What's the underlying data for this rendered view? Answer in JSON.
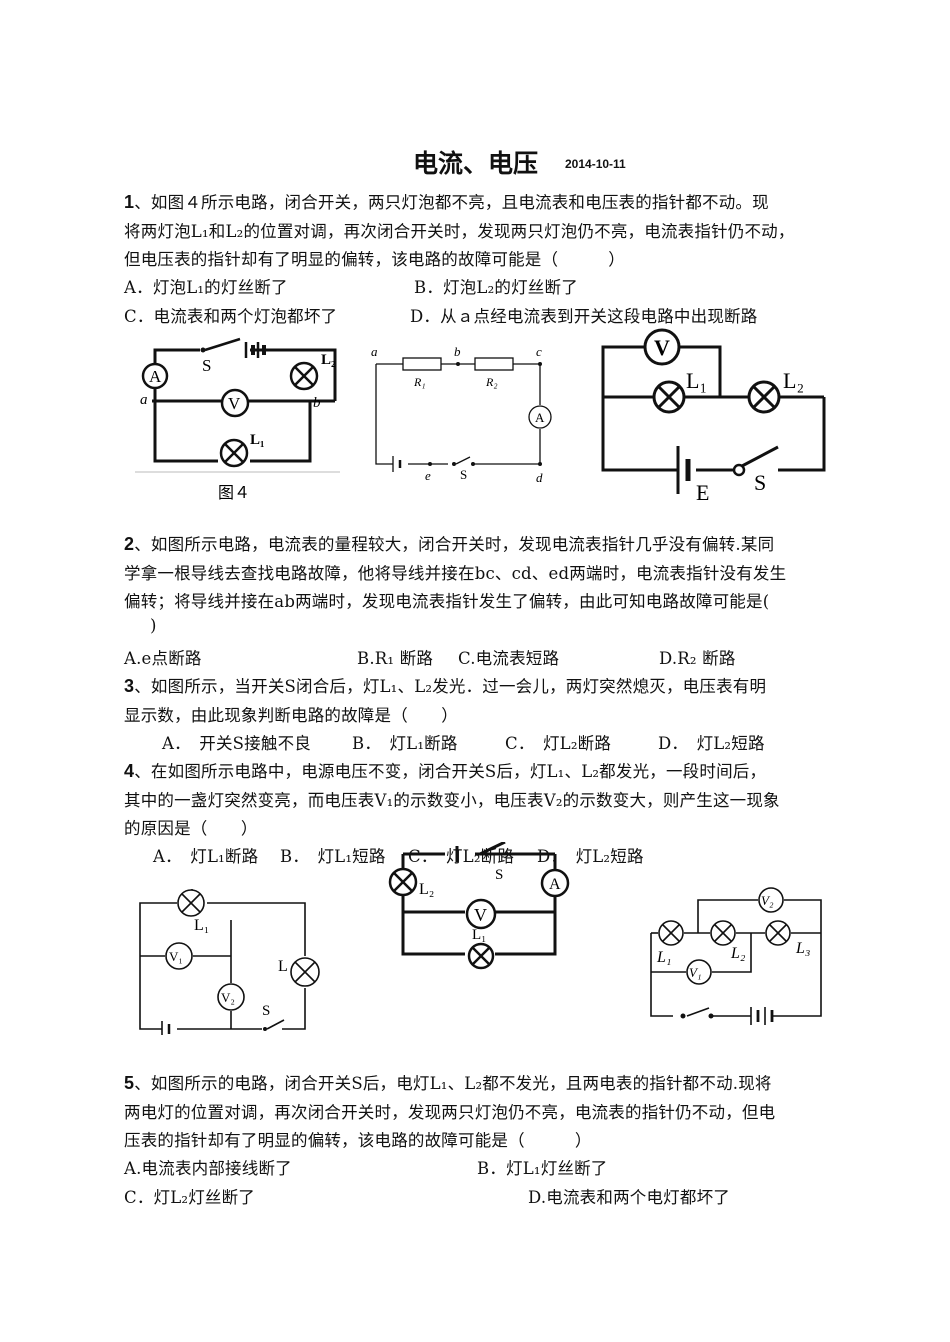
{
  "header": {
    "title": "电流、电压",
    "date": "2014-10-11"
  },
  "q1": {
    "num": "1",
    "l1": "、如图４所示电路，闭合开关，两只灯泡都不亮，且电流表和电压表的指针都不动。现",
    "l2": "将两灯泡L₁和L₂的位置对调，再次闭合开关时，发现两只灯泡仍不亮，电流表指针仍不动，",
    "l3": "但电压表的指针却有了明显的偏转，该电路的故障可能是（　　　）",
    "optA": "A．灯泡L₁的灯丝断了",
    "optB": "B．灯泡L₂的灯丝断了",
    "optC": "C．电流表和两个灯泡都坏了",
    "optD": "D．从ａ点经电流表到开关这段电路中出现断路"
  },
  "fig1": {
    "caption": "图４",
    "S": "S",
    "L2": "L₂",
    "L1": "L₁",
    "A": "A",
    "V": "V",
    "a": "a",
    "b": "b"
  },
  "fig2": {
    "a": "a",
    "b": "b",
    "c": "c",
    "d": "d",
    "e": "e",
    "S": "S",
    "R1": "R₁",
    "R2": "R₂",
    "A": "A"
  },
  "fig3": {
    "V": "V",
    "L1": "L₁",
    "L2": "L₂",
    "E": "E",
    "S": "S"
  },
  "q2": {
    "num": "2",
    "l1": "、如图所示电路，电流表的量程较大，闭合开关时，发现电流表指针几乎没有偏转.某同",
    "l2": "学拿一根导线去查找电路故障，他将导线并接在bc、cd、ed两端时，电流表指针没有发生",
    "l3": "偏转；将导线并接在ab两端时，发现电流表指针发生了偏转，由此可知电路故障可能是(",
    "l4": ")",
    "optA": "A.e点断路",
    "optB": "B.R₁ 断路",
    "optC": "C.电流表短路",
    "optD": "D.R₂ 断路"
  },
  "q3": {
    "num": "3",
    "l1": "、如图所示，当开关S闭合后，灯L₁、L₂发光．过一会儿，两灯突然熄灭，电压表有明",
    "l2": "显示数，由此现象判断电路的故障是（　　）",
    "optA": "A．　开关S接触不良",
    "optB": "B．　灯L₁断路",
    "optC": "C．　灯L₂断路",
    "optD": "D．　灯L₂短路"
  },
  "q4": {
    "num": "4",
    "l1": "、在如图所示电路中，电源电压不变，闭合开关S后，灯L₁、L₂都发光，一段时间后，",
    "l2": "其中的一盏灯突然变亮，而电压表V₁的示数变小，电压表V₂的示数变大，则产生这一现象",
    "l3": "的原因是（　　）",
    "optA": "A．　灯L₁断路",
    "optB": "B．　灯L₁短路",
    "optC": "C．　灯L₂断路",
    "optD": "D．　灯L₂短路"
  },
  "fig4": {
    "L1": "L₁",
    "V1": "V₁",
    "V2": "V₂",
    "L": "L",
    "S": "S"
  },
  "fig5": {
    "L2": "L₂",
    "S": "S",
    "A": "A",
    "V": "V",
    "L1": "L₁"
  },
  "fig6": {
    "V2": "V₂",
    "V1": "V₁",
    "L1": "L₁",
    "L2": "L₂",
    "L3": "L₃"
  },
  "q5": {
    "num": "5",
    "l1": "、如图所示的电路，闭合开关S后，电灯L₁、L₂都不发光，且两电表的指针都不动.现将",
    "l2": "两电灯的位置对调，再次闭合开关时，发现两只灯泡仍不亮，电流表的指针仍不动，但电",
    "l3": "压表的指针却有了明显的偏转，该电路的故障可能是（　　　）",
    "optA": "A.电流表内部接线断了",
    "optB": "B．灯L₁灯丝断了",
    "optC": "C．灯L₂灯丝断了",
    "optD": "D.电流表和两个电灯都坏了"
  }
}
